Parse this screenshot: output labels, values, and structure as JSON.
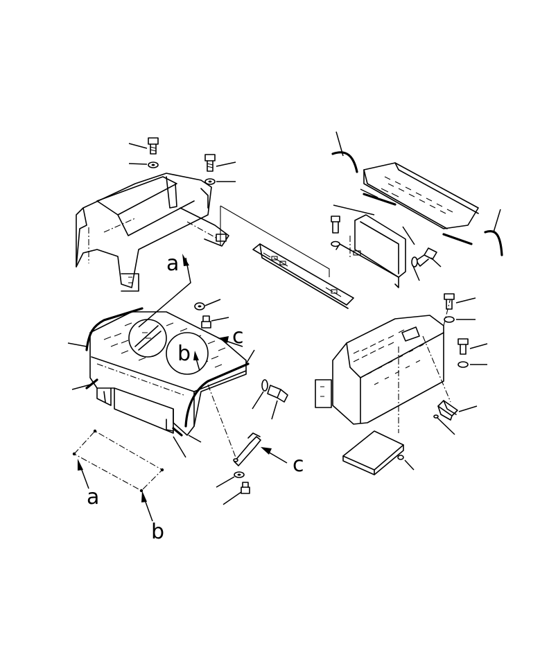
{
  "diagram": {
    "callouts": {
      "a_top": "a",
      "a_bottom": "a",
      "b_detail": "b",
      "b_bottom": "b",
      "c_top": "c",
      "c_bottom": "c"
    },
    "colors": {
      "line": "#000000",
      "background": "#ffffff"
    }
  }
}
